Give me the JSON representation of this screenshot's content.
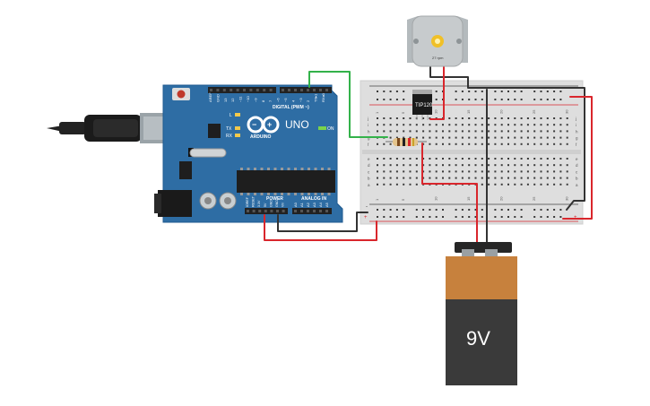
{
  "arduino": {
    "logo_text": "ARDUINO",
    "model": "UNO",
    "digital_header": "DIGITAL (PWM ~)",
    "power_header": "POWER",
    "analog_header": "ANALOG IN",
    "on_label": "ON",
    "led_l": "L",
    "led_tx": "TX",
    "led_rx": "RX",
    "digital_pins": [
      "AREF",
      "GND",
      "13",
      "12",
      "~11",
      "~10",
      "~9",
      "8",
      "7",
      "~6",
      "~5",
      "4",
      "~3",
      "2",
      "TX▸1",
      "RX◂0"
    ],
    "power_pins": [
      "IOREF",
      "RESET",
      "3.3V",
      "5V",
      "GND",
      "GND",
      "Vin"
    ],
    "analog_pins": [
      "A0",
      "A1",
      "A2",
      "A3",
      "A4",
      "A5"
    ]
  },
  "breadboard": {
    "column_numbers": [
      "1",
      "5",
      "10",
      "15",
      "20",
      "25",
      "30"
    ],
    "row_letters_top": [
      "j",
      "i",
      "h",
      "g",
      "f"
    ],
    "row_letters_bottom": [
      "e",
      "d",
      "c",
      "b",
      "a"
    ],
    "rail_plus": "+",
    "rail_minus": "-"
  },
  "transistor": {
    "label": "TIP120"
  },
  "motor": {
    "label": "27 rpm"
  },
  "battery": {
    "label": "9V"
  },
  "colors": {
    "board_blue": "#2e6da4",
    "wire_red": "#d9262c",
    "wire_black": "#333333",
    "wire_green": "#33b24a",
    "battery_orange": "#c7813d",
    "battery_dark": "#3a3a3a"
  }
}
